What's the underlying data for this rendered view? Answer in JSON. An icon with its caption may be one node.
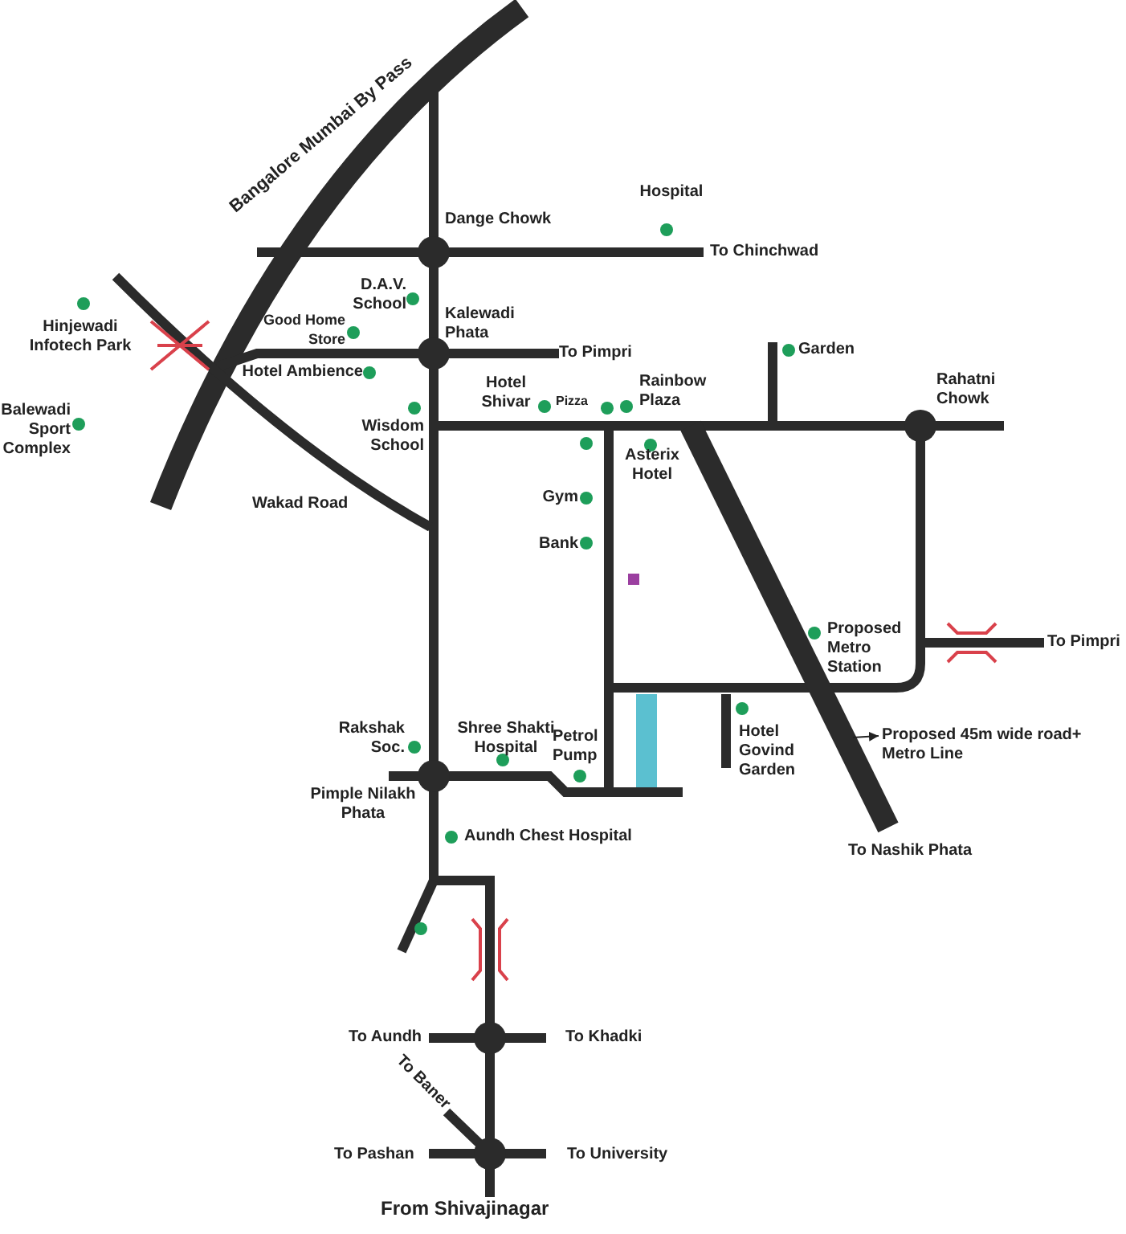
{
  "diagram": {
    "nodes": [
      {
        "text": [
          "Proposed 45m wide road+ Metro Line"
        ]
      },
      {
        "text": [],
        "shape": "bar"
      }
    ],
    "edges": [
      {
        "from": 1,
        "to": 0,
        "arrow": "to"
      }
    ],
    "labels": [
      "Bangalore Mumbai By Pass",
      "Hospital",
      "Dange Chowk",
      "To Chinchwad",
      "Hinjewadi Infotech Park",
      "D.A.V. School",
      "Good Home Store",
      "Kalewadi Phata",
      "To Pimpri",
      "Garden",
      "Hotel Ambience",
      "Hotel Shivar",
      "Pizza",
      "Rainbow Plaza",
      "Rahatni Chowk",
      "Balewadi Sport Complex",
      "Wisdom School",
      "Asterix Hotel",
      "Wakad Road",
      "Gym",
      "Bank",
      "Proposed Metro Station",
      "To Pimpri",
      "Rakshak Soc.",
      "Shree Shakti Hospital",
      "Petrol Pump",
      "Hotel Govind Garden",
      "Pimple Nilakh Phata",
      "Aundh Chest Hospital",
      "To Nashik Phata",
      "To Aundh",
      "To Khadki",
      "To Baner",
      "To Pashan",
      "To University",
      "From Shivajinagar"
    ]
  }
}
